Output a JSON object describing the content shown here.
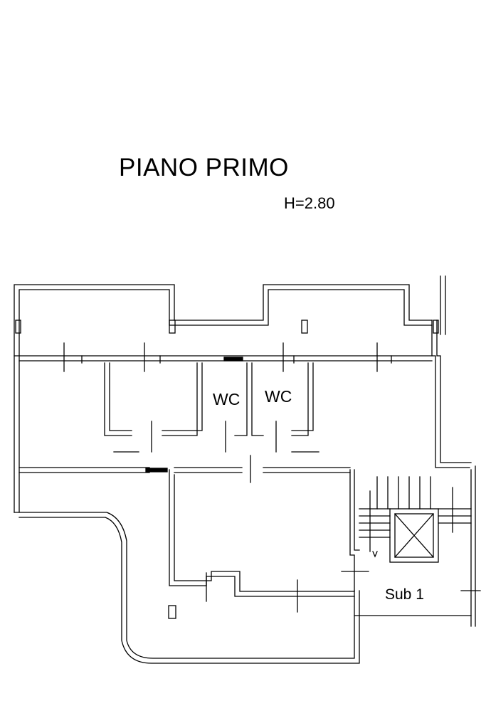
{
  "floor_title": "PIANO PRIMO",
  "floor_height": "H=2.80",
  "rooms": {
    "wc_left": "WC",
    "wc_right": "WC",
    "unit": "Sub 1"
  }
}
